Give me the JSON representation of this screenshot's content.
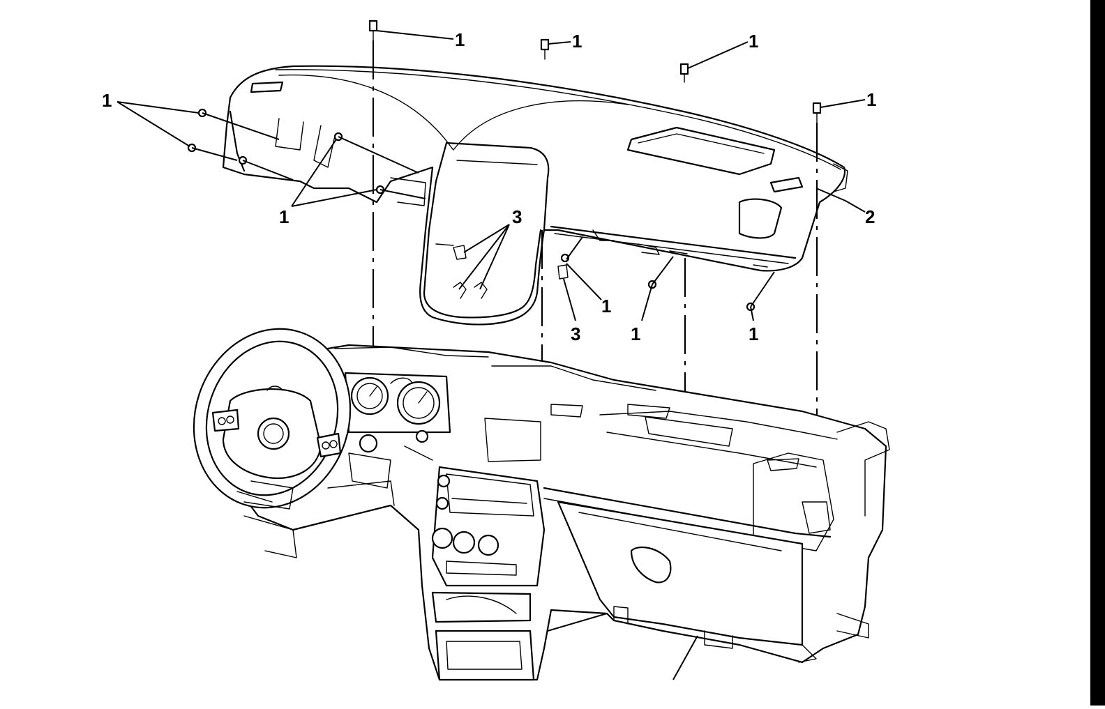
{
  "callouts": [
    {
      "id": "c1-top-center",
      "label": "1"
    },
    {
      "id": "c1-top-mid",
      "label": "1"
    },
    {
      "id": "c1-top-right",
      "label": "1"
    },
    {
      "id": "c1-right",
      "label": "1"
    },
    {
      "id": "c1-left-upper",
      "label": "1"
    },
    {
      "id": "c1-left-lower",
      "label": "1"
    },
    {
      "id": "c3-center",
      "label": "3"
    },
    {
      "id": "c2-right",
      "label": "2"
    },
    {
      "id": "c1-lower-a",
      "label": "1"
    },
    {
      "id": "c3-lower",
      "label": "3"
    },
    {
      "id": "c1-lower-b",
      "label": "1"
    },
    {
      "id": "c1-lower-c",
      "label": "1"
    }
  ],
  "colors": {
    "line": "#000000",
    "background": "#ffffff",
    "border": "#000000"
  }
}
